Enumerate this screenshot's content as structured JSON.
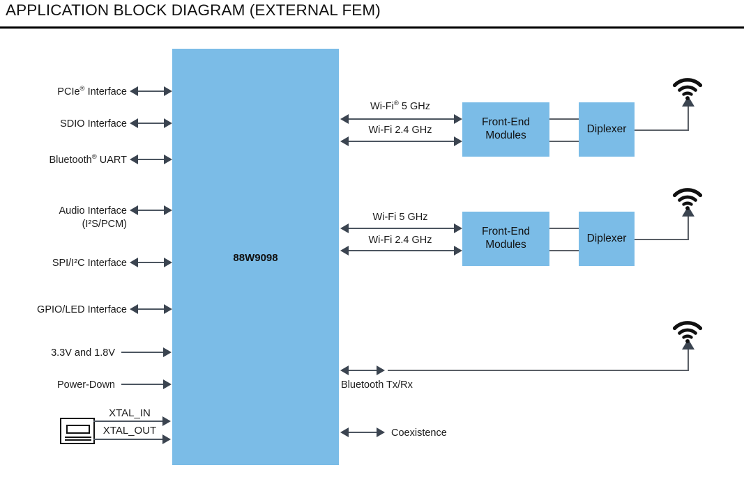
{
  "header": {
    "title": "APPLICATION BLOCK DIAGRAM (EXTERNAL FEM)"
  },
  "colors": {
    "block_fill": "#7BBCE7",
    "arrow": "#3b4450",
    "line": "#4c5560",
    "text": "#1b1b1b",
    "rule": "#000000"
  },
  "soc": {
    "name": "88W9098"
  },
  "left_interfaces": [
    {
      "label": "PCIe",
      "suffix": " Interface",
      "registered": true,
      "arrow": "bidirectional"
    },
    {
      "label": "SDIO Interface",
      "registered": false,
      "arrow": "bidirectional"
    },
    {
      "label": "Bluetooth",
      "suffix": " UART",
      "registered": true,
      "arrow": "bidirectional"
    },
    {
      "label": "Audio Interface",
      "line2": "(I²S/PCM)",
      "registered": false,
      "arrow": "bidirectional"
    },
    {
      "label": "SPI/I²C Interface",
      "registered": false,
      "arrow": "bidirectional"
    },
    {
      "label": "GPIO/LED Interface",
      "registered": false,
      "arrow": "bidirectional"
    },
    {
      "label": "3.3V and 1.8V",
      "registered": false,
      "arrow": "right"
    },
    {
      "label": "Power-Down",
      "registered": false,
      "arrow": "right"
    }
  ],
  "crystal": {
    "icon": "crystal-oscillator-icon",
    "pins": [
      {
        "label": "XTAL_IN",
        "arrow": "right"
      },
      {
        "label": "XTAL_OUT",
        "arrow": "right"
      }
    ]
  },
  "rf_chains": [
    {
      "id": "chain-1",
      "links": [
        {
          "label": "Wi-Fi",
          "suffix": " 5 GHz",
          "registered": true,
          "arrow": "bidirectional"
        },
        {
          "label": "Wi-Fi 2.4 GHz",
          "registered": false,
          "arrow": "bidirectional"
        }
      ],
      "fem": {
        "line1": "Front-End",
        "line2": "Modules"
      },
      "diplexer": "Diplexer",
      "antenna": "wifi-antenna-icon"
    },
    {
      "id": "chain-2",
      "links": [
        {
          "label": "Wi-Fi 5 GHz",
          "registered": false,
          "arrow": "bidirectional"
        },
        {
          "label": "Wi-Fi 2.4 GHz",
          "registered": false,
          "arrow": "bidirectional"
        }
      ],
      "fem": {
        "line1": "Front-End",
        "line2": "Modules"
      },
      "diplexer": "Diplexer",
      "antenna": "wifi-antenna-icon"
    }
  ],
  "bluetooth": {
    "label": "Bluetooth Tx/Rx",
    "arrow": "bidirectional",
    "antenna": "wifi-antenna-icon"
  },
  "coexistence": {
    "label": "Coexistence",
    "arrow": "bidirectional"
  }
}
